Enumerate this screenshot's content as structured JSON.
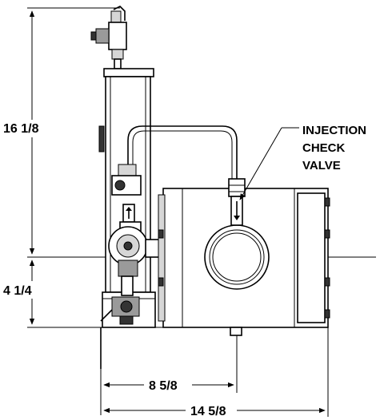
{
  "dimensions": {
    "overall_height": "16 1/8",
    "lower_height": "4 1/4",
    "center_width": "8 5/8",
    "overall_width": "14 5/8"
  },
  "callout": {
    "line1": "INJECTION",
    "line2": "CHECK",
    "line3": "VALVE"
  }
}
